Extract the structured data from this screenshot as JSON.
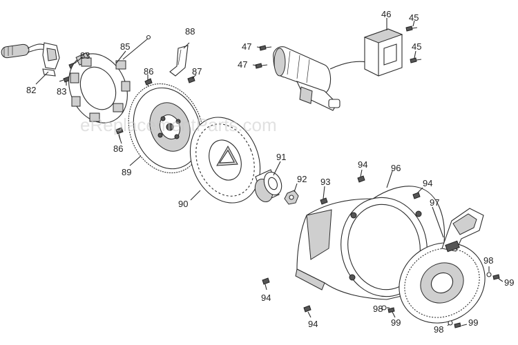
{
  "diagram": {
    "watermark": "eReplacementParts.com",
    "labels": [
      {
        "id": "82",
        "text": "82"
      },
      {
        "id": "83a",
        "text": "83"
      },
      {
        "id": "83b",
        "text": "83"
      },
      {
        "id": "85",
        "text": "85"
      },
      {
        "id": "86a",
        "text": "86"
      },
      {
        "id": "86b",
        "text": "86"
      },
      {
        "id": "87",
        "text": "87"
      },
      {
        "id": "88",
        "text": "88"
      },
      {
        "id": "89",
        "text": "89"
      },
      {
        "id": "90",
        "text": "90"
      },
      {
        "id": "91",
        "text": "91"
      },
      {
        "id": "92",
        "text": "92"
      },
      {
        "id": "93",
        "text": "93"
      },
      {
        "id": "94a",
        "text": "94"
      },
      {
        "id": "94b",
        "text": "94"
      },
      {
        "id": "94c",
        "text": "94"
      },
      {
        "id": "94d",
        "text": "94"
      },
      {
        "id": "96",
        "text": "96"
      },
      {
        "id": "97",
        "text": "97"
      },
      {
        "id": "98a",
        "text": "98"
      },
      {
        "id": "98b",
        "text": "98"
      },
      {
        "id": "98c",
        "text": "98"
      },
      {
        "id": "99a",
        "text": "99"
      },
      {
        "id": "99b",
        "text": "99"
      },
      {
        "id": "99c",
        "text": "99"
      },
      {
        "id": "45a",
        "text": "45"
      },
      {
        "id": "45b",
        "text": "45"
      },
      {
        "id": "46",
        "text": "46"
      },
      {
        "id": "47a",
        "text": "47"
      },
      {
        "id": "47b",
        "text": "47"
      }
    ]
  }
}
